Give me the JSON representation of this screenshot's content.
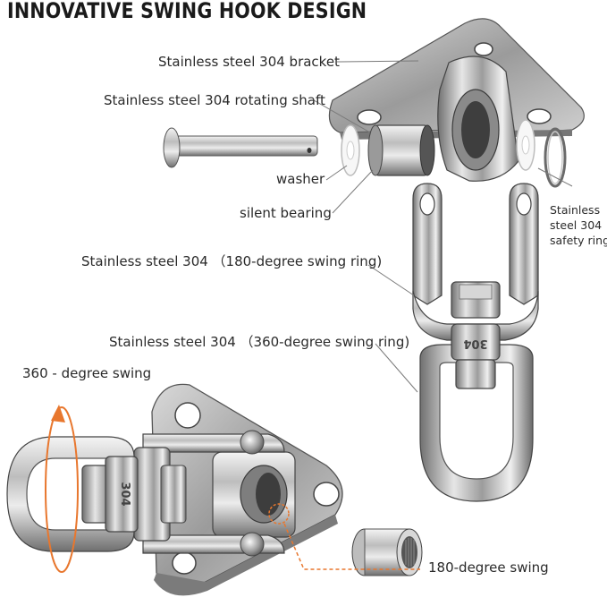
{
  "title": "INNOVATIVE SWING HOOK DESIGN",
  "labels": {
    "bracket": "Stainless steel 304 bracket",
    "shaft": "Stainless steel 304 rotating shaft",
    "washer": "washer",
    "bearing": "silent bearing",
    "safety_ring_line1": "Stainless",
    "safety_ring_line2": "steel 304",
    "safety_ring_line3": "safety ring",
    "swing180_ring": "Stainless steel 304 （180-degree swing ring)",
    "swing360_ring": "Stainless steel 304 （360-degree swing ring)",
    "swing360": "360 - degree swing",
    "swing180": "180-degree swing"
  },
  "stamp": "304",
  "colors": {
    "steel_light": "#e9e9e9",
    "steel_mid": "#a8a8a8",
    "steel_dark": "#555555",
    "accent_orange": "#e8772e",
    "leader_line": "#777777"
  }
}
